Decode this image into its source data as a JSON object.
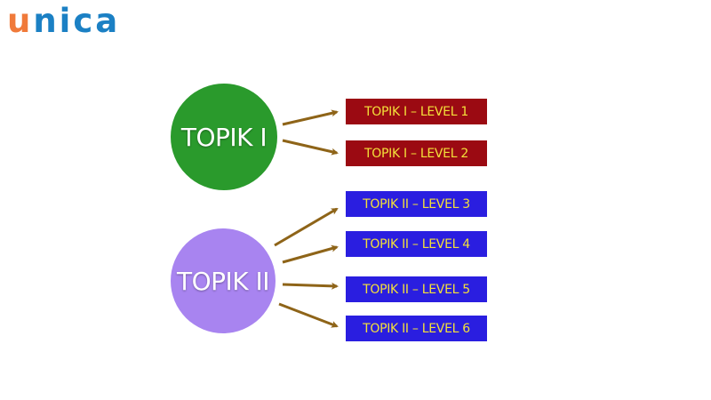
{
  "logo": {
    "first_letter": "u",
    "rest": "nica"
  },
  "colors": {
    "topik1_circle": "#2a9a2c",
    "topik2_circle": "#a884f0",
    "topik1_box": "#9b0a12",
    "topik2_box": "#2a1ee0",
    "box_text": "#f3e03a",
    "arrow": "#8e6418",
    "logo_u": "#f07a3a",
    "logo_rest": "#1b80c4"
  },
  "groups": [
    {
      "label": "TOPIK I",
      "levels": [
        "TOPIK I – LEVEL 1",
        "TOPIK I – LEVEL 2"
      ]
    },
    {
      "label": "TOPIK II",
      "levels": [
        "TOPIK II – LEVEL 3",
        "TOPIK II – LEVEL 4",
        "TOPIK II – LEVEL 5",
        "TOPIK II – LEVEL 6"
      ]
    }
  ]
}
